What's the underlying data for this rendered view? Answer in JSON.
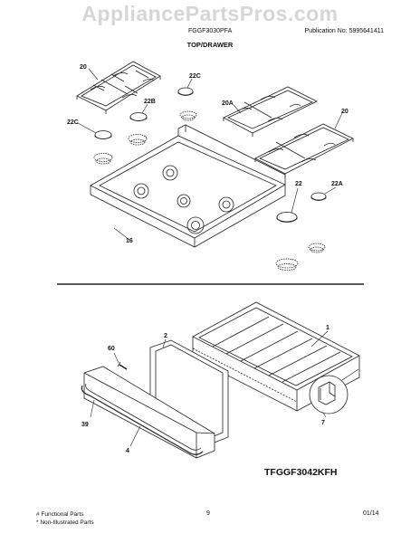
{
  "watermark": "AppliancePartsPros.com",
  "header": {
    "model": "FGGF3030PFA",
    "publication": "Publication No:  5995641411",
    "section_title": "TOP/DRAWER"
  },
  "callouts": {
    "grate_left": "20",
    "cap_22c_top": "22C",
    "cap_22b": "22B",
    "cap_22c_left": "22C",
    "grate_20a": "20A",
    "grate_right": "20",
    "cap_22": "22",
    "cap_22a": "22A",
    "cooktop": "16",
    "screw": "60",
    "drawer_liner": "2",
    "drawer_body": "1",
    "drawer_handle": "39",
    "drawer_front": "4",
    "glide_bracket": "7"
  },
  "diagram_code": "TFGGF3042KFH",
  "footer": {
    "functional": "# Functional Parts",
    "non_illustrated": "* Non-Illustrated Parts",
    "page": "9",
    "date": "01/14"
  }
}
